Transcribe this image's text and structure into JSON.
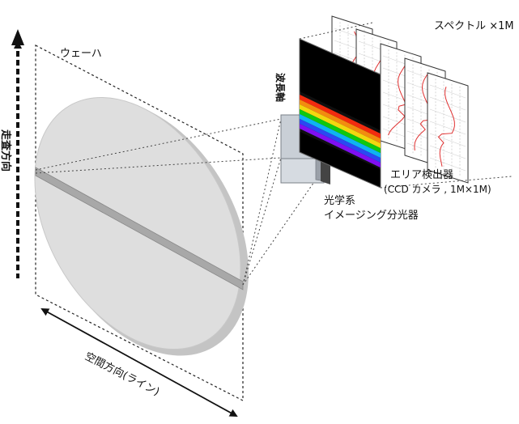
{
  "labels": {
    "wafer": "ウェーハ",
    "scan_direction": "走査方向",
    "spatial_direction": "空間方向(ライン)",
    "wavelength_axis": "波長軸",
    "spectrum": "スペクトル ×1M",
    "area_detector_line1": "エリア検出器",
    "area_detector_line2": "(CCD カメラ , 1M×1M)",
    "optics_line1": "光学系",
    "optics_line2": "イメージング分光器"
  },
  "colors": {
    "wafer_fill": "#dedede",
    "wafer_edge": "#bdbdbd",
    "scan_line": "#a8a8a8",
    "optics_fill": "#c9cfd6",
    "detector_bg": "#000000",
    "spectrum_curve": "#e03030"
  },
  "spectral_bands": [
    "#ff2000",
    "#ff8c00",
    "#ffe000",
    "#00d000",
    "#00b8ff",
    "#2040ff",
    "#8000ff"
  ]
}
